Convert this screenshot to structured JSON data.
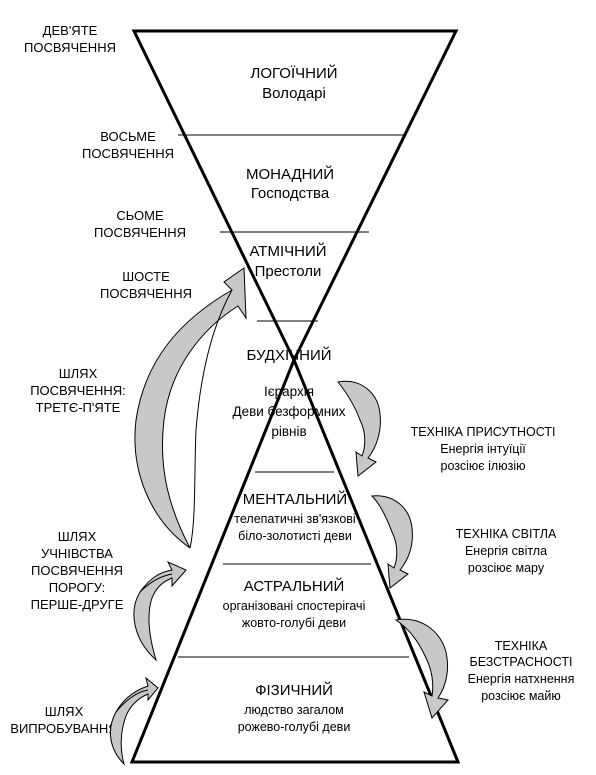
{
  "left_labels": {
    "ninth": [
      "ДЕВ'ЯТЕ",
      "ПОСВЯЧЕННЯ"
    ],
    "eighth": [
      "ВОСЬМЕ",
      "ПОСВЯЧЕННЯ"
    ],
    "seventh": [
      "СЬОМЕ",
      "ПОСВЯЧЕННЯ"
    ],
    "sixth": [
      "ШОСТЕ",
      "ПОСВЯЧЕННЯ"
    ],
    "path_3_5": [
      "ШЛЯХ",
      "ПОСВЯЧЕННЯ:",
      "ТРЕТЄ-П'ЯТЕ"
    ],
    "path_1_2": [
      "ШЛЯХ",
      "УЧНІВСТВА",
      "ПОСВЯЧЕННЯ",
      "ПОРОГУ:",
      "ПЕРШЕ-ДРУГЕ"
    ],
    "path_probation": [
      "ШЛЯХ",
      "ВИПРОБУВАННЯ"
    ]
  },
  "planes": {
    "logoic": {
      "name": "ЛОГОЇЧНИЙ",
      "beings": [
        "Володарі"
      ]
    },
    "monadic": {
      "name": "МОНАДНИЙ",
      "beings": [
        "Господства"
      ]
    },
    "atmic": {
      "name": "АТМІЧНИЙ",
      "beings": [
        "Престоли"
      ]
    },
    "buddhic": {
      "name": "БУДХІЧНИЙ",
      "beings": [
        "Ієрархія",
        "Деви безформних",
        "рівнів"
      ]
    },
    "mental": {
      "name": "МЕНТАЛЬНИЙ",
      "beings": [
        "телепатичні зв'язкові",
        "біло-золотисті деви"
      ]
    },
    "astral": {
      "name": "АСТРАЛЬНИЙ",
      "beings": [
        "організовані спостерігачі",
        "жовто-голубі деви"
      ]
    },
    "physical": {
      "name": "ФІЗИЧНИЙ",
      "beings": [
        "людство загалом",
        "рожево-голубі деви"
      ]
    }
  },
  "techniques": {
    "presence": [
      "ТЕХНІКА ПРИСУТНОСТІ",
      "Енергія  інтуїції",
      "розсіює ілюзію"
    ],
    "light": [
      "ТЕХНІКА СВІТЛА",
      "Енергія світла",
      "розсіює мару"
    ],
    "dispassion": [
      "ТЕХНІКА",
      "БЕЗСТРАСНОСТІ",
      "Енергія натхнення",
      "розсіює майю"
    ]
  },
  "colors": {
    "line": "#000000",
    "arrow_fill": "#c8c8c8",
    "background": "#ffffff"
  }
}
